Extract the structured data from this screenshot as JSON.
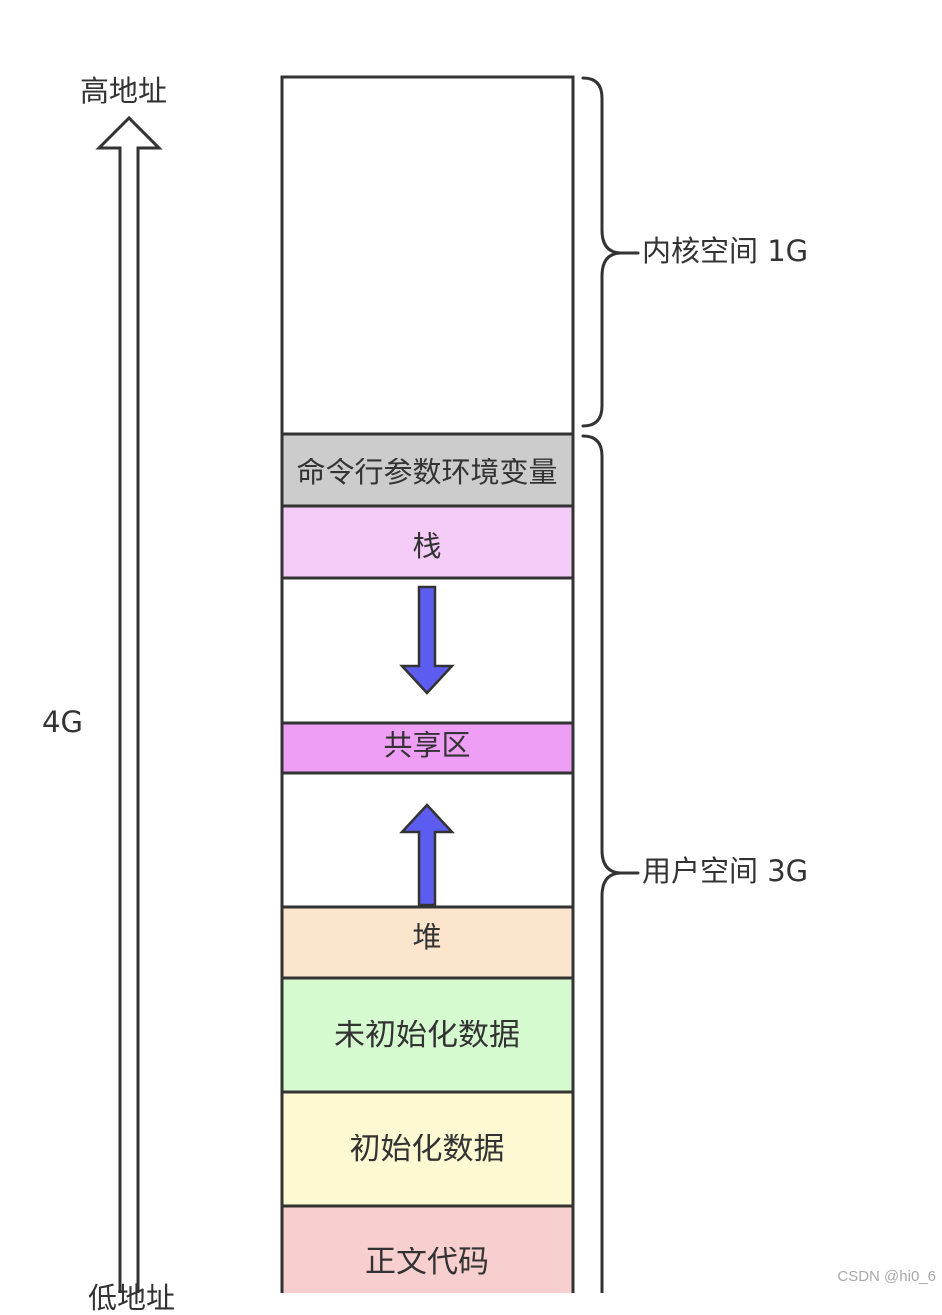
{
  "axis": {
    "high_label": "高地址",
    "size_label": "4G",
    "low_label": "低地址"
  },
  "segments": [
    {
      "id": "kernel",
      "label": "",
      "color": "#ffffff"
    },
    {
      "id": "cmdline-env",
      "label": "命令行参数环境变量",
      "color": "#cccccc"
    },
    {
      "id": "stack",
      "label": "栈",
      "color": "#f5ccf7"
    },
    {
      "id": "gap-1",
      "label": "",
      "color": "#ffffff"
    },
    {
      "id": "shared",
      "label": "共享区",
      "color": "#ef9ef5"
    },
    {
      "id": "gap-2",
      "label": "",
      "color": "#ffffff"
    },
    {
      "id": "heap",
      "label": "堆",
      "color": "#fbe5cd"
    },
    {
      "id": "bss",
      "label": "未初始化数据",
      "color": "#d5fad0"
    },
    {
      "id": "data",
      "label": "初始化数据",
      "color": "#fdfad3"
    },
    {
      "id": "text",
      "label": "正文代码",
      "color": "#f7cfcf"
    }
  ],
  "braces": {
    "kernel_label": "内核空间 1G",
    "user_label": "用户空间 3G"
  },
  "growth_arrows": {
    "stack_direction": "down",
    "heap_direction": "up",
    "color": "#5c5cf0"
  },
  "watermark": "CSDN @hi0_6"
}
